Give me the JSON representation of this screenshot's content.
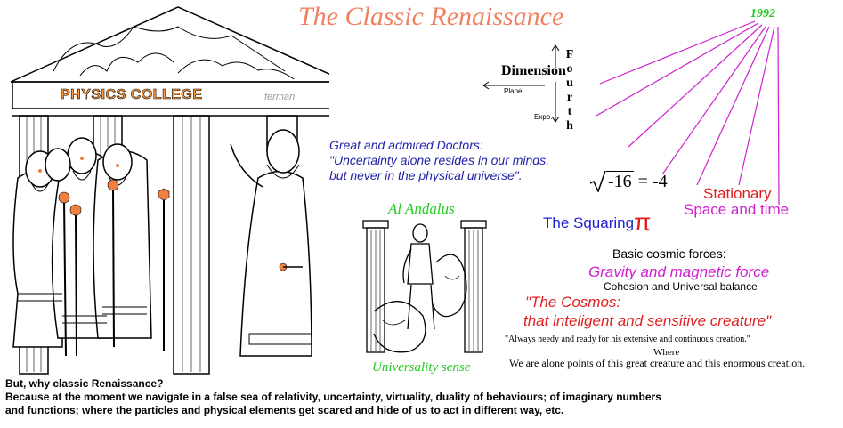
{
  "title": "The Classic  Renaissance",
  "year": "1992",
  "dimension": {
    "word": "Dimension",
    "vertical_letters": [
      "F",
      "o",
      "u",
      "r",
      "t",
      "h"
    ],
    "plane_label": "Plane",
    "expo_label": "Expo."
  },
  "college": {
    "sign": "PHYSICS COLLEGE",
    "signature": "ferman"
  },
  "doctors": {
    "line1": "Great and admired Doctors:",
    "line2": "\"Uncertainty alone resides in our minds,",
    "line3": "but never in the physical universe\"."
  },
  "equation": {
    "radicand": "-16",
    "result": "= -4"
  },
  "squaring": {
    "text": "The Squaring",
    "symbol": "π"
  },
  "stationary": "Stationary",
  "space_time": "Space and time",
  "forces": {
    "heading": "Basic cosmic forces:",
    "main": "Gravity and magnetic force",
    "sub": "Cohesion  and  Universal balance"
  },
  "cosmos": {
    "line1": "\"The Cosmos:",
    "line2": "that inteligent and sensitive creature\""
  },
  "creation": {
    "needy": "\"Always needy and ready for his extensive and continuous creation.\"",
    "where": "Where",
    "alone": "We are alone points of this great creature and this enormous creation."
  },
  "andalus": {
    "title": "Al Andalus",
    "caption": "Universality sense"
  },
  "bottom": {
    "line1": "But, why classic Renaissance?",
    "line2": "Because at the moment we navigate in a false sea of relativity, uncertainty, virtuality, duality of behaviours; of imaginary numbers",
    "line3": "and functions; where the particles and physical elements get scared and hide of us to act in different way, etc."
  },
  "colors": {
    "title": "#f08060",
    "green": "#22cc22",
    "magenta": "#d020d0",
    "red": "#e02020",
    "blue": "#2020d0",
    "navy": "#1e1eaa"
  }
}
